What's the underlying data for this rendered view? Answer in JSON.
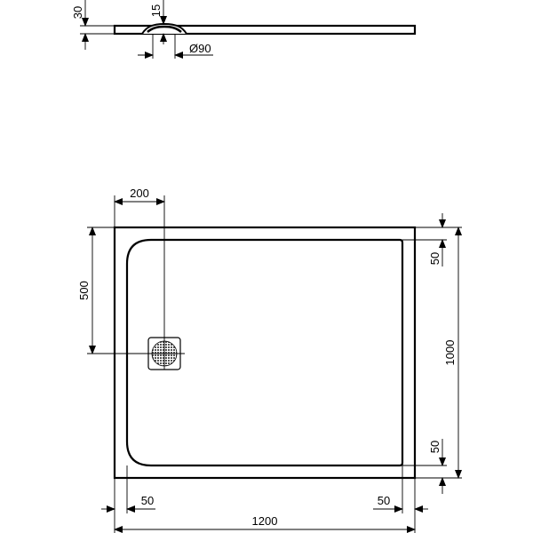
{
  "drawing": {
    "type": "technical-drawing",
    "subject": "shower tray",
    "side_profile": {
      "thickness_label": "30",
      "drain_depth_label": "15",
      "drain_diameter_label": "Ø90"
    },
    "plan_view": {
      "drain_offset_x_label": "200",
      "drain_offset_y_label": "500",
      "top_border_label": "50",
      "bottom_border_label": "50",
      "depth_label": "1000",
      "left_border_label": "50",
      "right_border_label": "50",
      "width_label": "1200"
    },
    "colors": {
      "line": "#000000",
      "background": "#ffffff"
    }
  }
}
